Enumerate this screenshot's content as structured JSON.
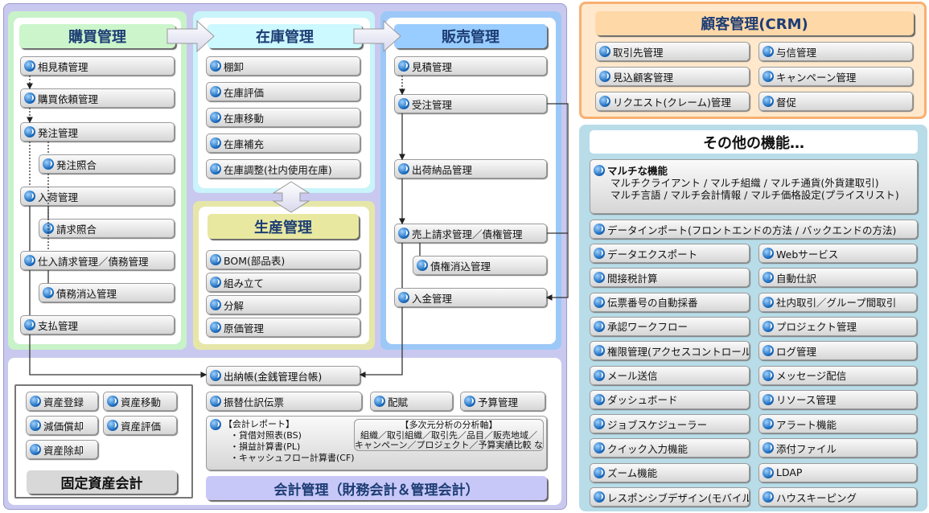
{
  "purchase": {
    "title": "購買管理",
    "items": [
      "相見積管理",
      "購買依頼管理",
      "発注管理",
      "発注照合",
      "入荷管理",
      "請求照合",
      "仕入請求管理／債務管理",
      "債務消込管理",
      "支払管理"
    ]
  },
  "inventory": {
    "title": "在庫管理",
    "items": [
      "棚卸",
      "在庫評価",
      "在庫移動",
      "在庫補充",
      "在庫調整(社内使用在庫)"
    ]
  },
  "production": {
    "title": "生産管理",
    "items": [
      "BOM(部品表)",
      "組み立て",
      "分解",
      "原価管理"
    ]
  },
  "sales": {
    "title": "販売管理",
    "items": [
      "見積管理",
      "受注管理",
      "出荷納品管理",
      "売上請求管理／債権管理",
      "債権消込管理",
      "入金管理"
    ]
  },
  "accounting": {
    "title": "会計管理（財務会計＆管理会計）",
    "items": [
      "出納帳(金銭管理台帳)",
      "振替仕訳伝票",
      "配賦",
      "予算管理"
    ],
    "report": {
      "title": "【会計レポート】",
      "lines": [
        "・貸借対照表(BS)",
        "・損益計算書(PL)",
        "・キャッシュフロー計算書(CF)"
      ]
    },
    "analysis": {
      "title": "【多次元分析の分析軸】",
      "lines": [
        "組織／取引組織／取引先／品目／販売地域／",
        "キャンペーン／プロジェクト／予算実績比較 など"
      ]
    }
  },
  "fixed_assets": {
    "title": "固定資産会計",
    "items": [
      "資産登録",
      "資産移動",
      "減価償却",
      "資産評価",
      "資産除却"
    ]
  },
  "crm": {
    "title": "顧客管理(CRM)",
    "items": [
      "取引先管理",
      "与信管理",
      "見込顧客管理",
      "キャンペーン管理",
      "リクエスト(クレーム)管理",
      "督促"
    ]
  },
  "other": {
    "title": "その他の機能…",
    "multi": {
      "title": "マルチな機能",
      "lines": [
        "マルチクライアント / マルチ組織 / マルチ通貨(外貨建取引)",
        "マルチ言語 / マルチ会計情報 / マルチ価格設定(プライスリスト)"
      ]
    },
    "data_import": "データインポート(フロントエンドの方法 / バックエンドの方法)",
    "left": [
      "データエクスポート",
      "間接税計算",
      "伝票番号の自動採番",
      "承認ワークフロー",
      "権限管理(アクセスコントロール)",
      "メール送信",
      "ダッシュボード",
      "ジョブスケジューラー",
      "クイック入力機能",
      "ズーム機能",
      "レスポンシブデザイン(モバイル対応)"
    ],
    "right": [
      "Webサービス",
      "自動仕訳",
      "社内取引／グループ間取引",
      "プロジェクト管理",
      "ログ管理",
      "メッセージ配信",
      "リソース管理",
      "アラート機能",
      "添付ファイル",
      "LDAP",
      "ハウスキーピング"
    ]
  },
  "icons": {
    "item": "swirl-logo-icon"
  },
  "colors": {
    "purchase": "#ccf5cc",
    "inventory": "#ccf8ff",
    "production": "#e8e8a0",
    "sales": "#99ccff",
    "crm": "#ffd8a8",
    "other": "#b8dce8",
    "accounting": "#c8c8f8"
  }
}
